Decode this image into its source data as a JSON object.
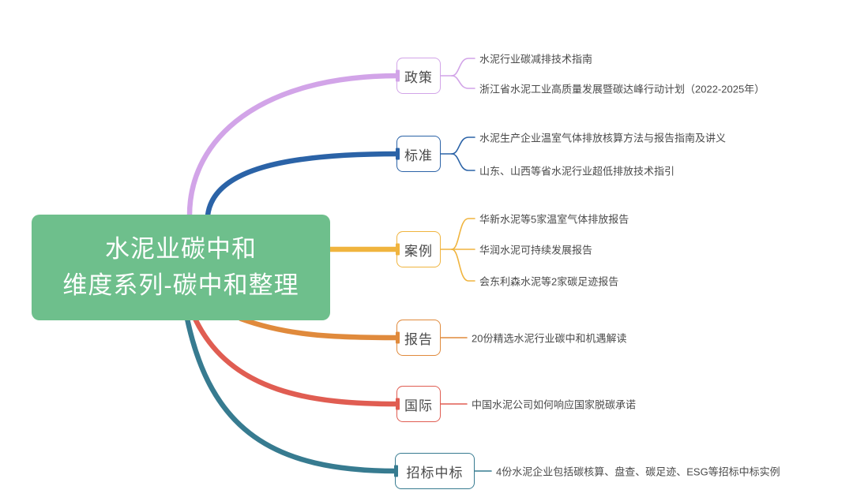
{
  "root": {
    "title_line1": "水泥业碳中和",
    "title_line2": "维度系列-碳中和整理",
    "color": "#6ebf8c",
    "text_color": "#ffffff"
  },
  "branches": [
    {
      "label": "政策",
      "color": "#d2a4e8",
      "children": [
        "水泥行业碳减排技术指南",
        "浙江省水泥工业高质量发展暨碳达峰行动计划（2022-2025年）"
      ]
    },
    {
      "label": "标准",
      "color": "#2b63a7",
      "children": [
        "水泥生产企业温室气体排放核算方法与报告指南及讲义",
        "山东、山西等省水泥行业超低排放技术指引"
      ]
    },
    {
      "label": "案例",
      "color": "#f0b43e",
      "children": [
        "华新水泥等5家温室气体排放报告",
        "华润水泥可持续发展报告",
        "会东利森水泥等2家碳足迹报告"
      ]
    },
    {
      "label": "报告",
      "color": "#e08a3c",
      "children": [
        "20份精选水泥行业碳中和机遇解读"
      ]
    },
    {
      "label": "国际",
      "color": "#e05d52",
      "children": [
        "中国水泥公司如何响应国家脱碳承诺"
      ]
    },
    {
      "label": "招标中标",
      "color": "#377b90",
      "children": [
        "4份水泥企业包括碳核算、盘查、碳足迹、ESG等招标中标实例"
      ]
    }
  ],
  "node_text_color": "#4a4a4a",
  "background_color": "#ffffff"
}
